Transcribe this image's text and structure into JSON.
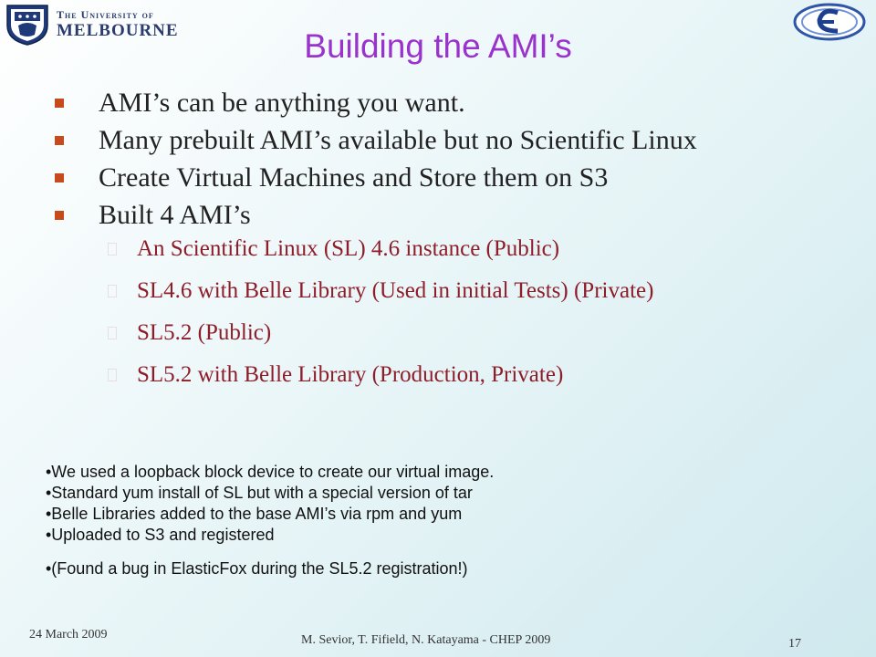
{
  "logo": {
    "line1": "The University of",
    "line2": "MELBOURNE"
  },
  "title": "Building the AMI’s",
  "bullets": [
    "AMI’s can be anything you want.",
    "Many prebuilt AMI’s available but no Scientific Linux",
    "Create Virtual Machines and Store them on S3",
    "Built 4 AMI’s"
  ],
  "sub_bullets": [
    "An Scientific Linux (SL) 4.6 instance (Public)",
    "SL4.6 with Belle Library (Used in initial Tests) (Private)",
    "SL5.2 (Public)",
    "SL5.2 with Belle Library (Production, Private)"
  ],
  "notes": [
    "•We used a loopback block device to create our virtual image.",
    "•Standard yum install of SL but with a special version of tar",
    "•Belle Libraries added to the base AMI’s via rpm and yum",
    "•Uploaded to S3 and registered"
  ],
  "note_extra": "•(Found a bug in ElasticFox during the SL5.2 registration!)",
  "footer": {
    "date": "24 March 2009",
    "authors": "M. Sevior, T. Fifield, N. Katayama - CHEP 2009",
    "page": "17"
  },
  "colors": {
    "title": "#9933cc",
    "bullet_marker": "#c64a1c",
    "sub_text": "#8e1d2a"
  }
}
